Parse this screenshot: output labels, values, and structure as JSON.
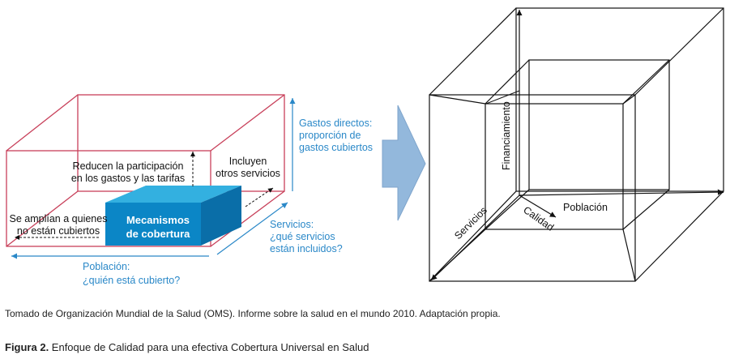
{
  "left_diagram": {
    "box_label": [
      "Mecanismos",
      "de cobertura"
    ],
    "reduce_label": [
      "Reducen la participación",
      "en los gastos y las tarifas"
    ],
    "include_label": [
      "Incluyen",
      "otros servicios"
    ],
    "extend_label": [
      "Se amplían a quienes",
      "no están cubiertos"
    ],
    "gastos_label": [
      "Gastos directos:",
      "proporción de",
      "gastos cubiertos"
    ],
    "servicios_label": [
      "Servicios:",
      "¿qué servicios",
      "están incluidos?"
    ],
    "poblacion_label": [
      "Población:",
      "¿quién está cubierto?"
    ],
    "colors": {
      "outline": "#c8405a",
      "box": "#0b86c6",
      "blue_text": "#2a88c8",
      "arrow": "#93b8dc"
    }
  },
  "right_diagram": {
    "axis_financiamiento": "Financiamiento",
    "axis_poblacion": "Población",
    "axis_servicios": "Servicios",
    "axis_calidad": "Calidad"
  },
  "source_note": "Tomado de Organización Mundial de la Salud (OMS). Informe sobre la salud en el mundo 2010. Adaptación propia.",
  "caption": {
    "prefix": "Figura 2.",
    "text": " Enfoque de Calidad para una efectiva Cobertura Universal en Salud"
  }
}
